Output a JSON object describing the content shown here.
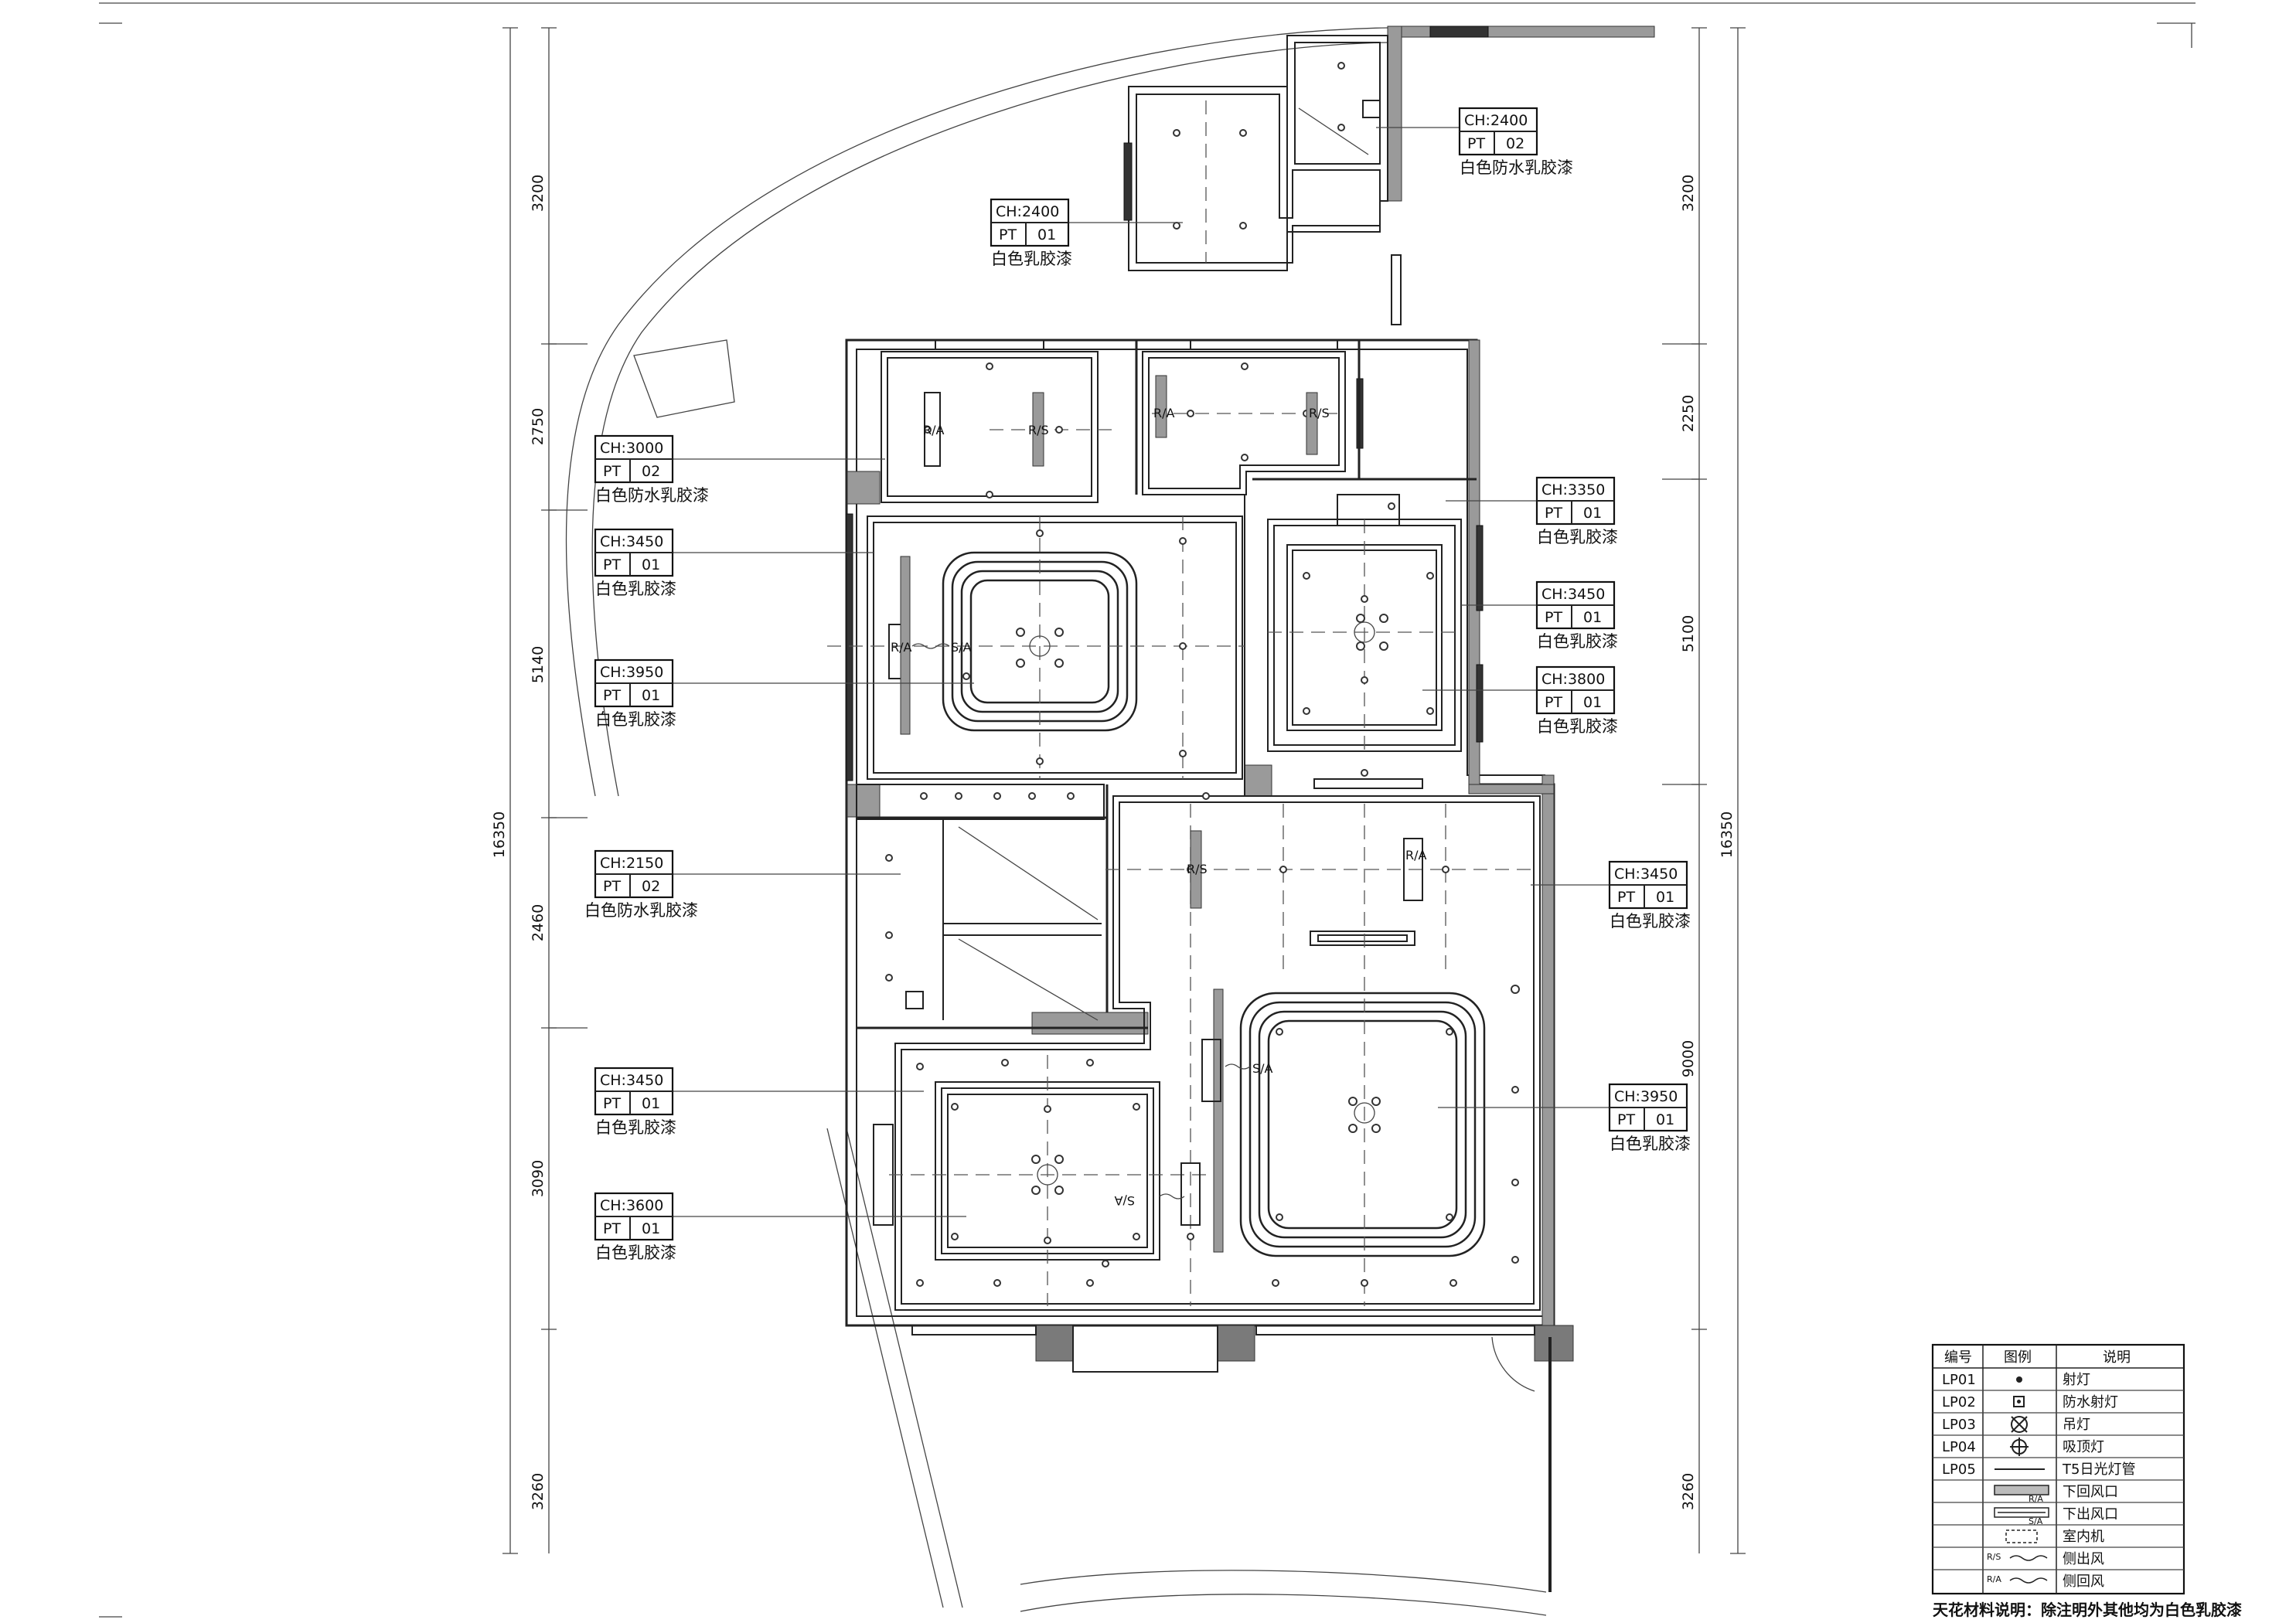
{
  "ceiling_tags": [
    {
      "ch": "CH:2400",
      "code": "PT",
      "num": "01",
      "note": "白色乳胶漆"
    },
    {
      "ch": "CH:2400",
      "code": "PT",
      "num": "02",
      "note": "白色防水乳胶漆"
    },
    {
      "ch": "CH:3000",
      "code": "PT",
      "num": "02",
      "note": "白色防水乳胶漆"
    },
    {
      "ch": "CH:3450",
      "code": "PT",
      "num": "01",
      "note": "白色乳胶漆"
    },
    {
      "ch": "CH:3950",
      "code": "PT",
      "num": "01",
      "note": "白色乳胶漆"
    },
    {
      "ch": "CH:2150",
      "code": "PT",
      "num": "02",
      "note": "白色防水乳胶漆"
    },
    {
      "ch": "CH:3450",
      "code": "PT",
      "num": "01",
      "note": "白色乳胶漆"
    },
    {
      "ch": "CH:3600",
      "code": "PT",
      "num": "01",
      "note": "白色乳胶漆"
    },
    {
      "ch": "CH:3350",
      "code": "PT",
      "num": "01",
      "note": "白色乳胶漆"
    },
    {
      "ch": "CH:3450",
      "code": "PT",
      "num": "01",
      "note": "白色乳胶漆"
    },
    {
      "ch": "CH:3800",
      "code": "PT",
      "num": "01",
      "note": "白色乳胶漆"
    },
    {
      "ch": "CH:3450",
      "code": "PT",
      "num": "01",
      "note": "白色乳胶漆"
    },
    {
      "ch": "CH:3950",
      "code": "PT",
      "num": "01",
      "note": "白色乳胶漆"
    }
  ],
  "dimensions_left": [
    "3200",
    "2750",
    "5140",
    "2460",
    "3090",
    "3260"
  ],
  "dimensions_right": [
    "3200",
    "2250",
    "5100",
    "9000",
    "3260"
  ],
  "overall_left": "16350",
  "overall_right": "16350",
  "diffuser_labels": {
    "ra": "R/A",
    "rs": "R/S",
    "sa": "S/A",
    "sa_flipped": "S/A"
  },
  "legend": {
    "headers": [
      "编号",
      "图例",
      "说明"
    ],
    "rows": [
      {
        "code": "LP01",
        "desc": "射灯",
        "symbol": "spotlight-icon"
      },
      {
        "code": "LP02",
        "desc": "防水射灯",
        "symbol": "waterproof-spotlight-icon"
      },
      {
        "code": "LP03",
        "desc": "吊灯",
        "symbol": "pendant-lamp-icon"
      },
      {
        "code": "LP04",
        "desc": "吸顶灯",
        "symbol": "ceiling-lamp-icon"
      },
      {
        "code": "LP05",
        "desc": "T5日光灯管",
        "symbol": "t5-tube-icon"
      },
      {
        "code": "",
        "desc": "下回风口",
        "symbol": "return-vent-icon",
        "mark": "R/A"
      },
      {
        "code": "",
        "desc": "下出风口",
        "symbol": "supply-vent-icon",
        "mark": "S/A"
      },
      {
        "code": "",
        "desc": "室内机",
        "symbol": "indoor-unit-icon"
      },
      {
        "code": "",
        "desc": "侧出风",
        "symbol": "side-supply-icon",
        "mark": "R/S"
      },
      {
        "code": "",
        "desc": "侧回风",
        "symbol": "side-return-icon",
        "mark": "R/A"
      }
    ]
  },
  "footnote": "天花材料说明：除注明外其他均为白色乳胶漆"
}
